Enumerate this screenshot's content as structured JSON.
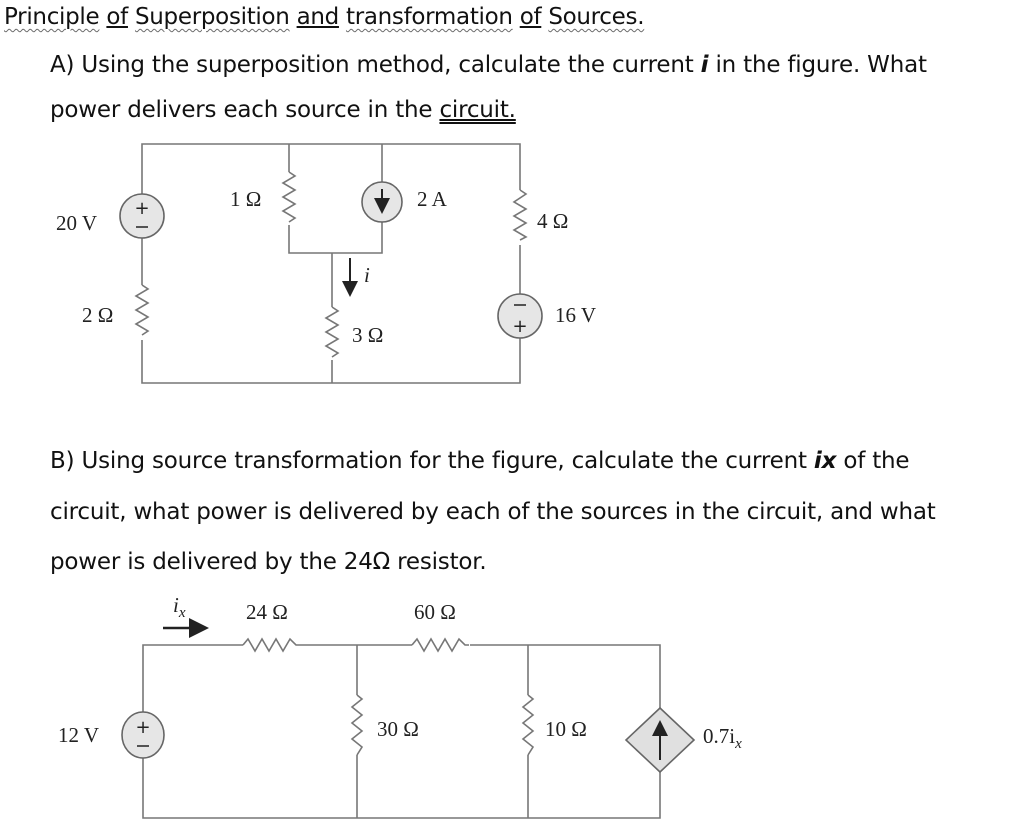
{
  "title": {
    "part1": "Principle",
    "part2": "of",
    "part3": "Superposition",
    "part4": "and",
    "part5": "transformation",
    "part6": "of",
    "part7": "Sources."
  },
  "part_a": {
    "line1_pre": "A) Using the superposition method, calculate the current ",
    "var": "i",
    "line1_post": " in the figure. What",
    "line2_pre": "power delivers each source in the ",
    "line2_link": "circuit."
  },
  "circuit_a": {
    "v1": "20 V",
    "r1": "2 Ω",
    "r2": "1 Ω",
    "i_src": "2 A",
    "r3": "3 Ω",
    "current": "i",
    "r4": "4 Ω",
    "v2": "16 V"
  },
  "part_b": {
    "line1_pre": "B) Using source transformation for the figure, calculate the current ",
    "var": "ix",
    "line1_post": " of the",
    "line2": "circuit, what power is delivered by each of the sources in the circuit, and what",
    "line3": "power is delivered by the 24Ω resistor."
  },
  "circuit_b": {
    "current": "i",
    "current_sub": "x",
    "v1": "12 V",
    "r1": "24 Ω",
    "r2": "60 Ω",
    "r3": "30 Ω",
    "r4": "10 Ω",
    "dep": "0.7i",
    "dep_sub": "x"
  }
}
